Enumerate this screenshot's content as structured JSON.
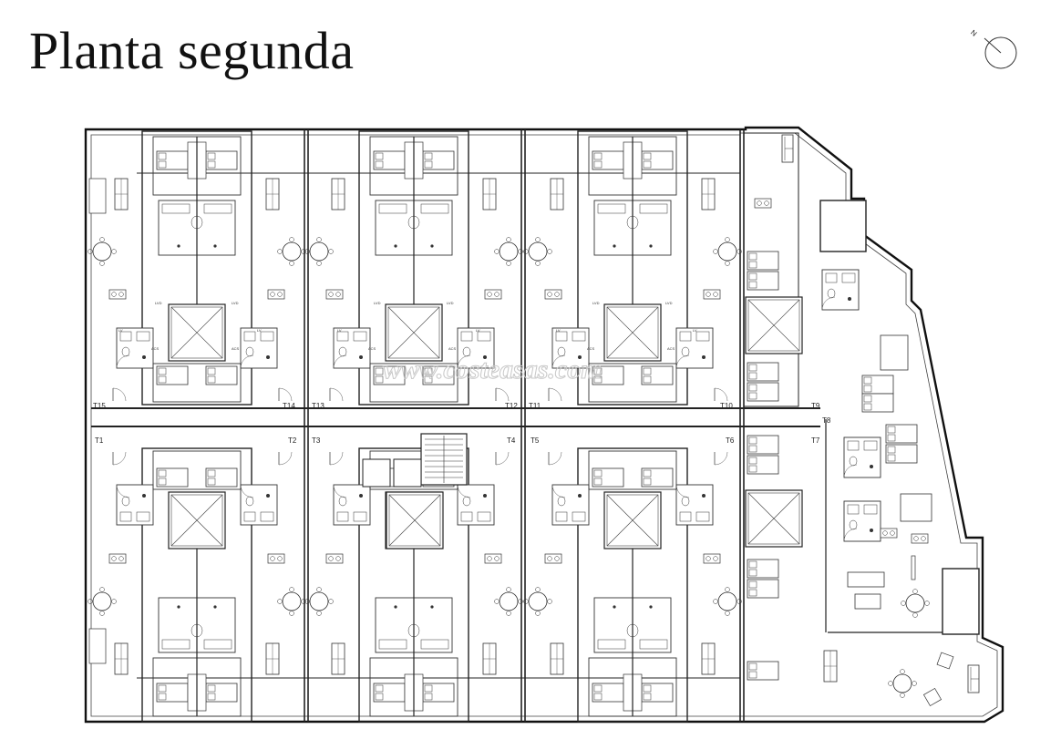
{
  "page_title": "Planta segunda",
  "compass": {
    "north_label": "N"
  },
  "watermark": "www.costeasas.com",
  "stair_tags": [
    "T1",
    "T2",
    "T3",
    "T4",
    "T5",
    "T6",
    "T7",
    "T8",
    "T9",
    "T10",
    "T11",
    "T12",
    "T13",
    "T14",
    "T15"
  ],
  "room_codes": {
    "laundry": "LV",
    "dishwasher": "LVD",
    "water_heater": "ACS"
  }
}
